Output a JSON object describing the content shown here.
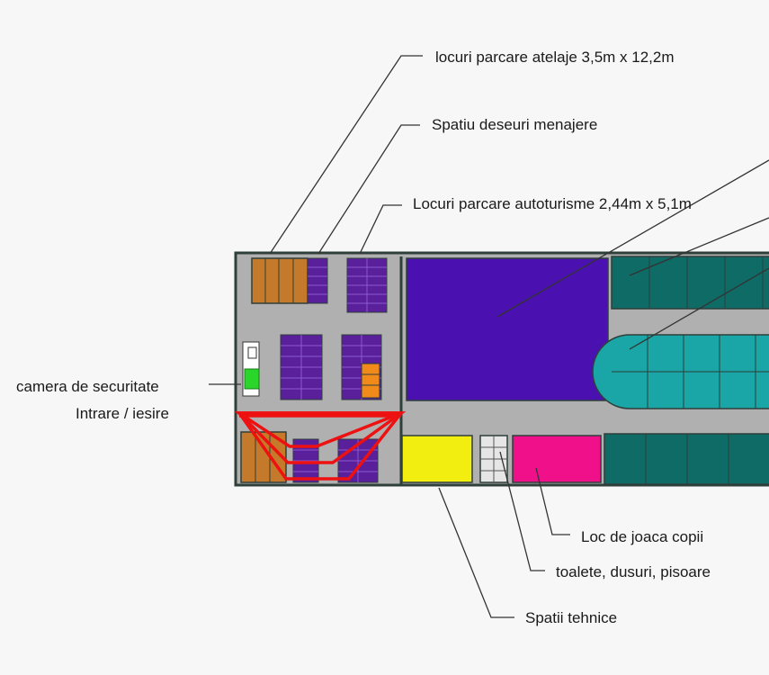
{
  "labels": {
    "atelaje": "locuri parcare atelaje 3,5m x 12,2m",
    "deseuri": "Spatiu deseuri menajere",
    "autoturisme": "Locuri parcare autoturisme 2,44m x 5,1m",
    "camera": "camera de securitate",
    "intrare": "Intrare / iesire",
    "joaca": "Loc de joaca copii",
    "toalete": "toalete, dusuri, pisoare",
    "tehnice": "Spatii tehnice"
  },
  "colors": {
    "road": "#b0b0b0",
    "outline": "#2f3f3a",
    "car_parking": "#5a1f9a",
    "trailer_parking": "#c47a2a",
    "orange_spots": "#f08a1a",
    "green_area": "#0f6b66",
    "teal_area": "#1aa6a6",
    "big_zone": "#4a10b0",
    "tehnice_zone": "#f2ee10",
    "play_zone": "#f0108a",
    "camera_box": "#2bd62b",
    "entrance_marker": "#ee1111",
    "leader": "#333333"
  }
}
